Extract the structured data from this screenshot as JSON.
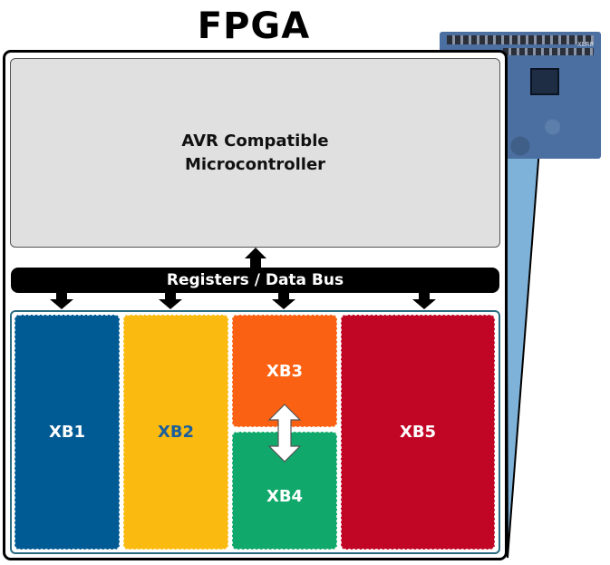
{
  "title": "FPGA",
  "microcontroller": {
    "line1": "AVR Compatible",
    "line2": "Microcontroller"
  },
  "bus": {
    "label": "Registers / Data Bus"
  },
  "blocks": {
    "xb1": "XB1",
    "xb2": "XB2",
    "xb3": "XB3",
    "xb4": "XB4",
    "xb5": "XB5"
  },
  "board": {
    "label": "XLR8"
  },
  "colors": {
    "xb1": "#005a93",
    "xb2": "#fbba0f",
    "xb3": "#fa6112",
    "xb4": "#11a86b",
    "xb5": "#c10625",
    "callout": "#7fb2d9"
  }
}
